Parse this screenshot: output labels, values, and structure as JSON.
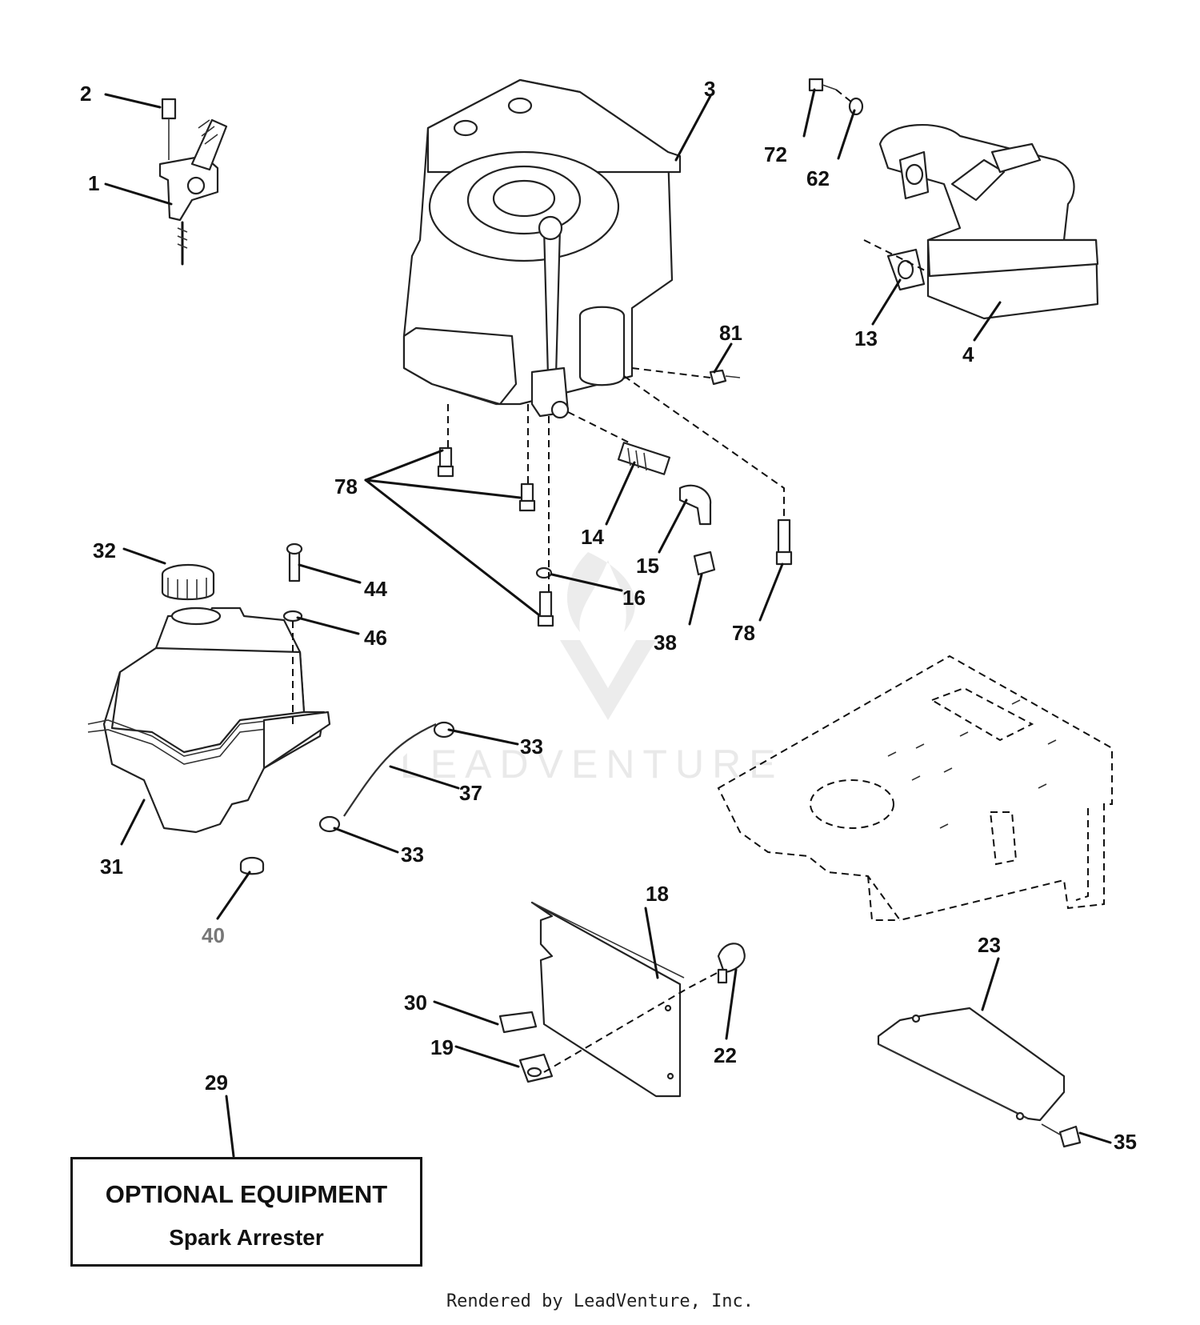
{
  "callouts": {
    "c1": "1",
    "c2": "2",
    "c3": "3",
    "c4": "4",
    "c13": "13",
    "c14": "14",
    "c15": "15",
    "c16": "16",
    "c18": "18",
    "c19": "19",
    "c22": "22",
    "c23": "23",
    "c29": "29",
    "c30": "30",
    "c31": "31",
    "c32": "32",
    "c33a": "33",
    "c33b": "33",
    "c35": "35",
    "c37": "37",
    "c38": "38",
    "c40": "40",
    "c44": "44",
    "c46": "46",
    "c62": "62",
    "c72": "72",
    "c78a": "78",
    "c78b": "78",
    "c81": "81"
  },
  "optional_equipment": {
    "title": "OPTIONAL EQUIPMENT",
    "subtitle": "Spark Arrester"
  },
  "watermark": "LEADVENTURE",
  "footer": "Rendered by LeadVenture, Inc."
}
